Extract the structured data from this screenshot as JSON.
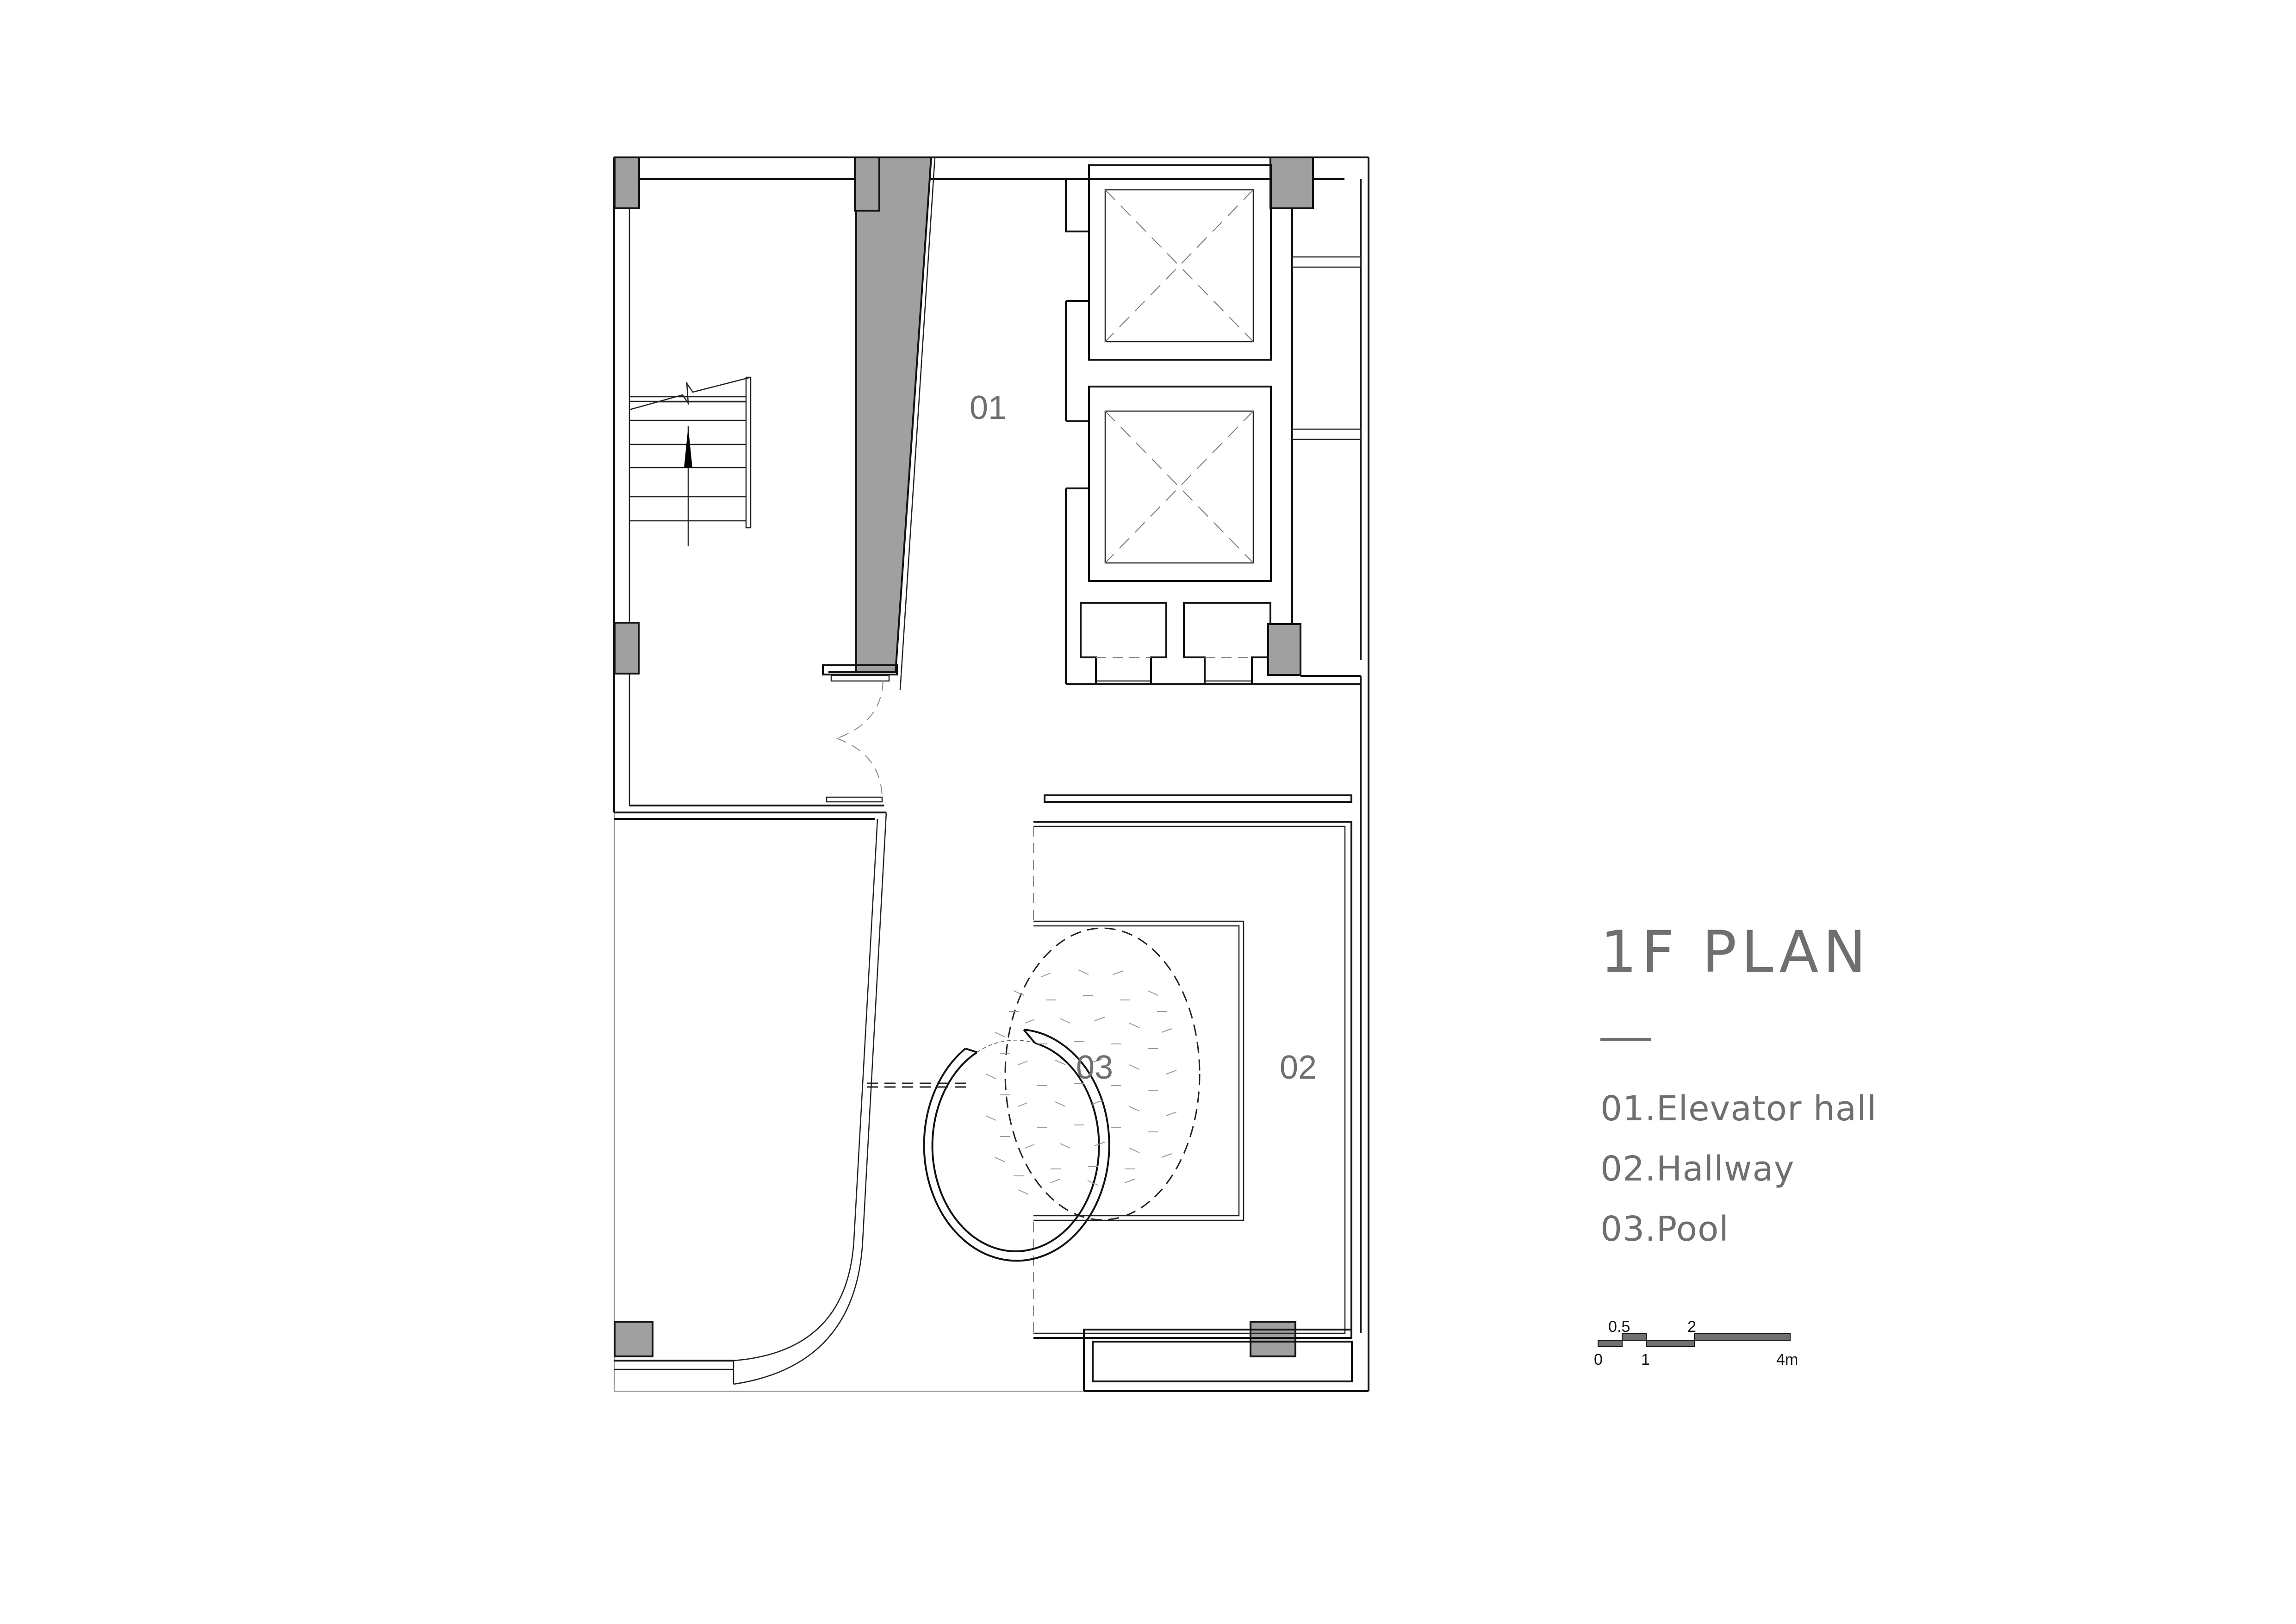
{
  "title": "1F PLAN",
  "legend": {
    "items": [
      {
        "id": "01",
        "label": "01.Elevator hall"
      },
      {
        "id": "02",
        "label": "02.Hallway"
      },
      {
        "id": "03",
        "label": "03.Pool"
      }
    ]
  },
  "rooms": {
    "r01": "01",
    "r02": "02",
    "r03": "03"
  },
  "scale_bar": {
    "ticks_top": [
      "0.5",
      "2"
    ],
    "ticks_bottom": [
      "0",
      "1",
      "4m"
    ],
    "fill_color": "#707070"
  },
  "colors": {
    "wall": "#111111",
    "column_fill": "#a0a0a0",
    "text": "#6f6f6f"
  }
}
